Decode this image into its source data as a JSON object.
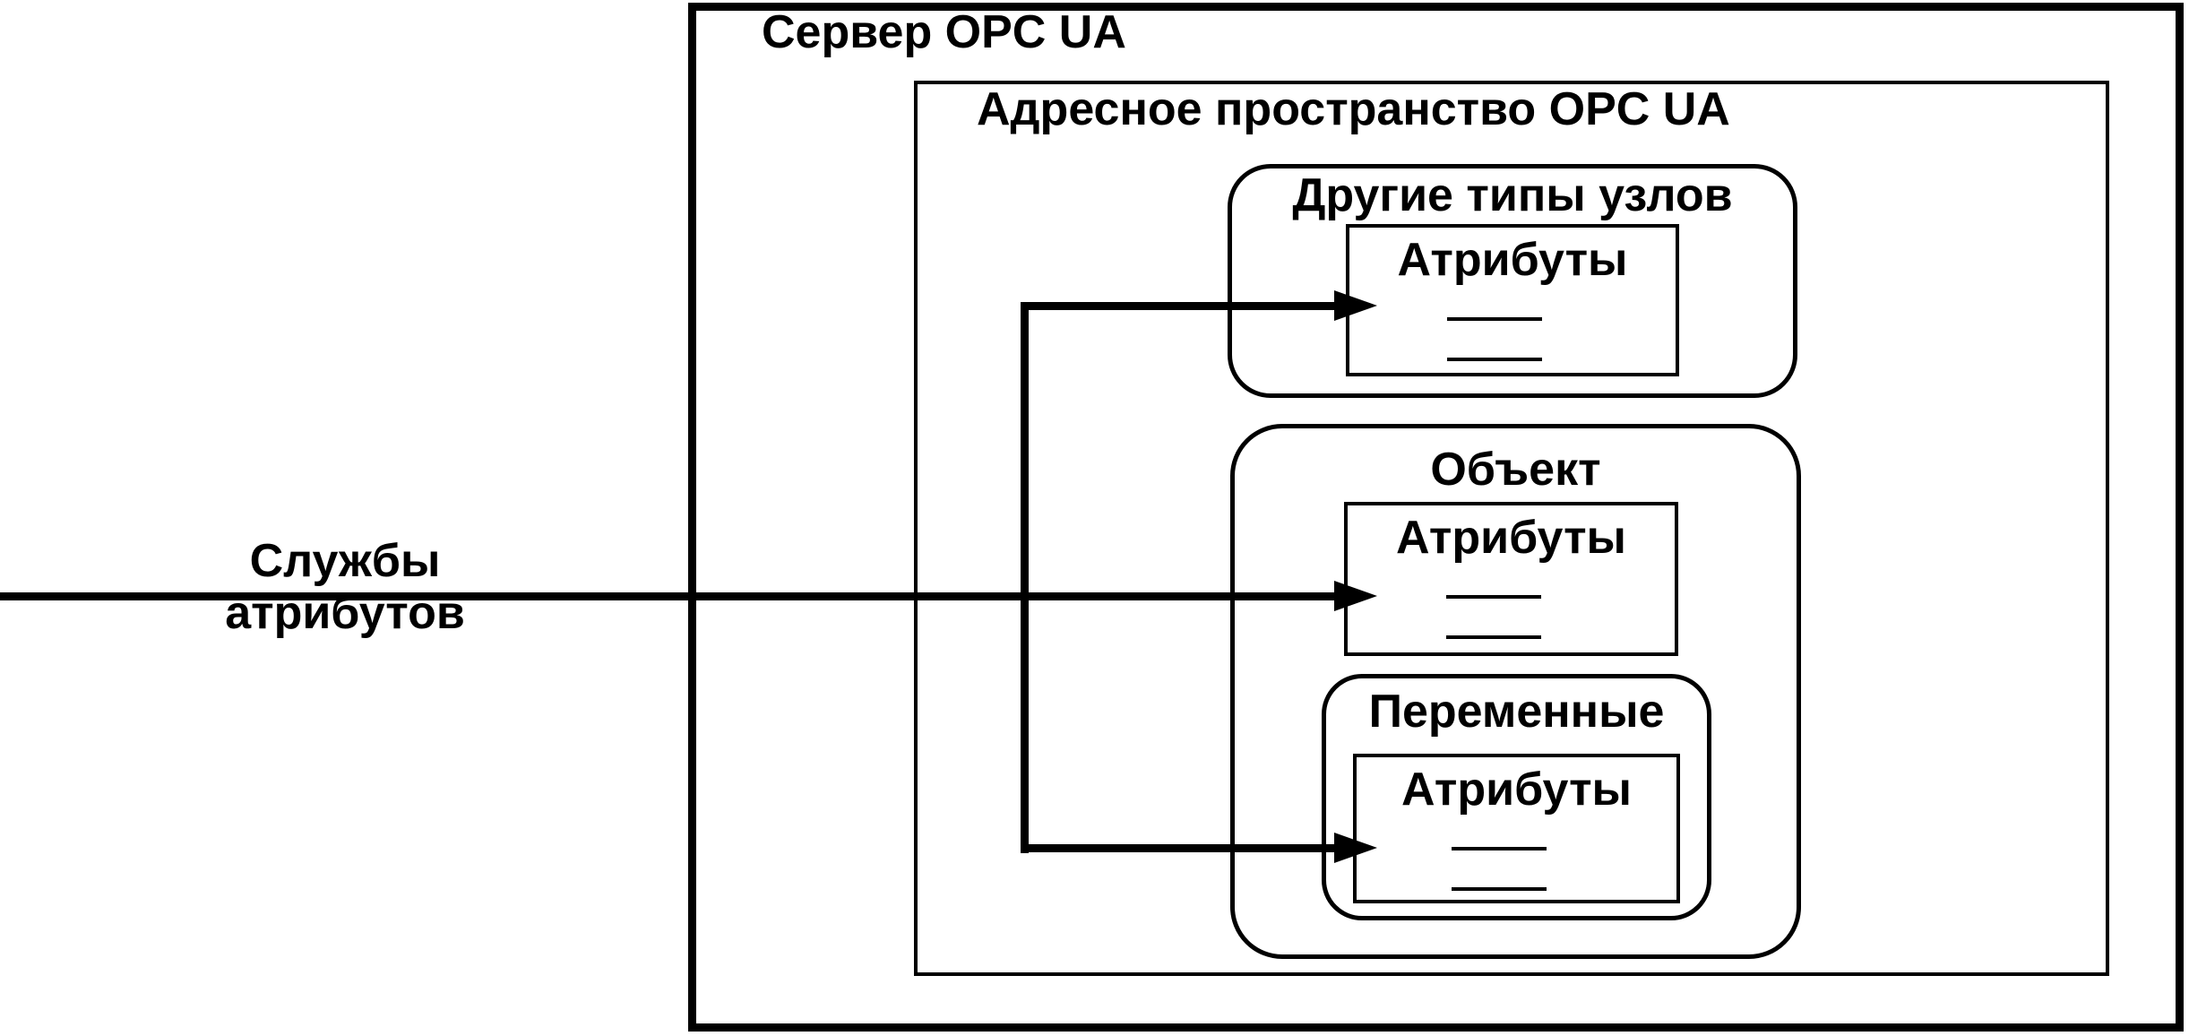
{
  "diagram": {
    "background_color": "#ffffff",
    "line_color": "#000000",
    "server": {
      "title": "Сервер OPC UA"
    },
    "address_space": {
      "title": "Адресное пространство OPC UA"
    },
    "nodes": {
      "other_node_types": {
        "title": "Другие типы узлов",
        "attributes": {
          "title": "Атрибуты"
        }
      },
      "object": {
        "title": "Объект",
        "attributes": {
          "title": "Атрибуты"
        }
      },
      "variables": {
        "title": "Переменные",
        "attributes": {
          "title": "Атрибуты"
        }
      }
    },
    "services": {
      "label_line1": "Службы",
      "label_line2": "атрибутов"
    }
  }
}
